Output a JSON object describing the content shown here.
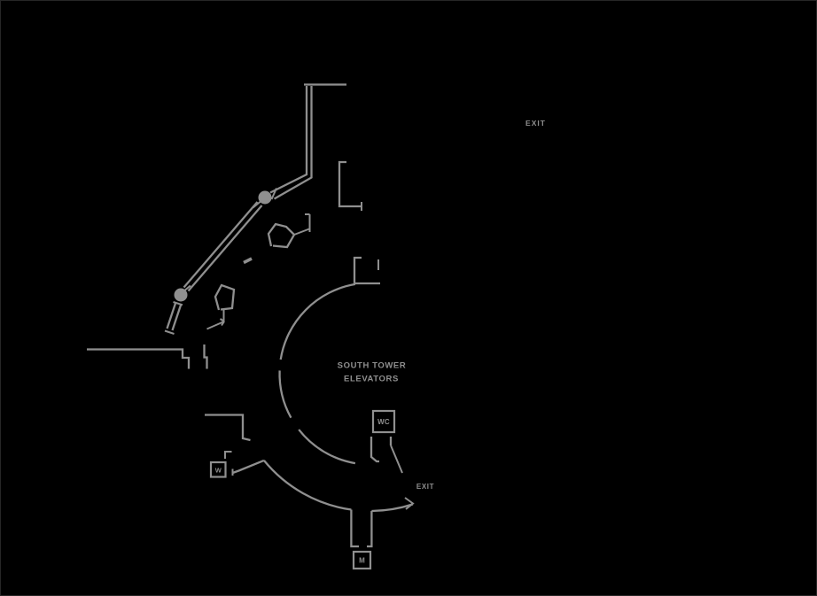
{
  "canvas": {
    "background": "#000000",
    "border_color": "#262626",
    "line_color": "#8f8f8f",
    "text_color": "#8f8f8f"
  },
  "plan": {
    "exit_label_top": "EXIT",
    "exit_label_south": "EXIT",
    "elevator_core_label_line1": "SOUTH TOWER",
    "elevator_core_label_line2": "ELEVATORS",
    "restroom_unisex_label": "WC",
    "restroom_women_label": "W",
    "restroom_men_label": "M"
  }
}
